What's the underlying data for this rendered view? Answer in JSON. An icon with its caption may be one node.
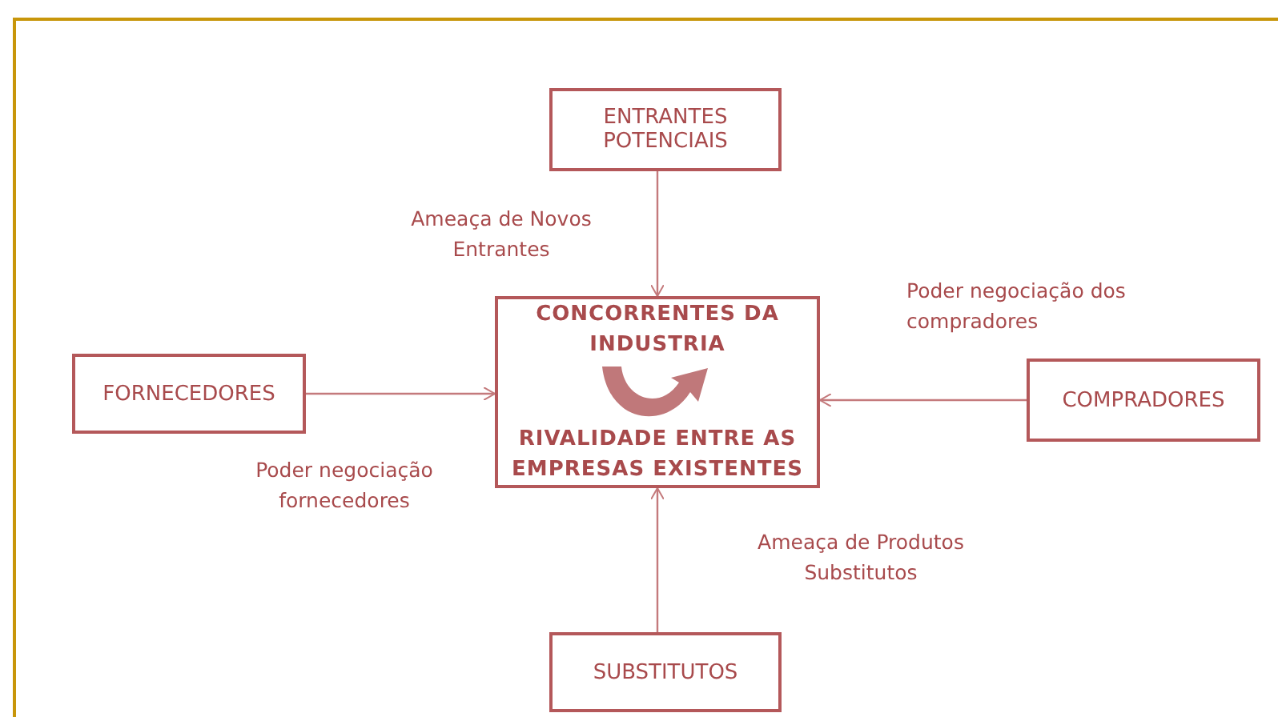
{
  "diagram": {
    "nodes": [
      {
        "text": [
          "ENTRANTES POTENCIAIS"
        ]
      },
      {
        "text": [
          "FORNECEDORES"
        ]
      },
      {
        "text": [
          "CONCORRENTES DA INDUSTRIA",
          "RIVALIDADE ENTRE AS EMPRESAS EXISTENTES"
        ]
      },
      {
        "text": [
          "COMPRADORES"
        ]
      },
      {
        "text": [
          "SUBSTITUTOS"
        ]
      }
    ],
    "edges": [
      {
        "from": 0,
        "to": 2,
        "arrow": "to"
      },
      {
        "from": 1,
        "to": 2,
        "arrow": "to"
      },
      {
        "from": 3,
        "to": 2,
        "arrow": "to"
      },
      {
        "from": 4,
        "to": 2,
        "arrow": "to"
      }
    ],
    "labels": [
      "Ameaça de Novos Entrantes",
      "Poder negociação dos compradores",
      "Poder negociação fornecedores",
      "Ameaça de Produtos Substitutos"
    ]
  }
}
